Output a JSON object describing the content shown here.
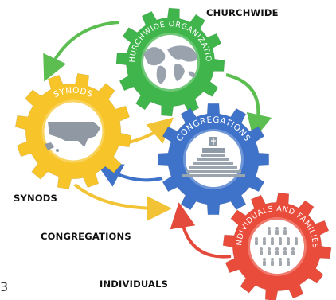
{
  "labels": {
    "churchwide": "CHURCHWIDE",
    "synods": "SYNODS",
    "congregations": "CONGREGATIONS",
    "individuals": "INDIVIDUALS",
    "stray_glyph": "3"
  },
  "gears": [
    {
      "id": "churchwide-organization",
      "label": "CHURCHWIDE ORGANIZATION",
      "color": "#3fb54b",
      "icon": "world-map-icon"
    },
    {
      "id": "synods",
      "label": "SYNODS",
      "color": "#f7c52a",
      "icon": "usa-map-icon"
    },
    {
      "id": "congregations",
      "label": "CONGREGATIONS",
      "color": "#3f73c9",
      "icon": "church-altar-icon"
    },
    {
      "id": "individuals-and-families",
      "label": "INDIVIDUALS AND FAMILIES",
      "color": "#e94c3b",
      "icon": "people-crowd-icon"
    }
  ],
  "arrows": [
    {
      "from": "churchwide-organization",
      "to": "synods",
      "color": "#5cbd50"
    },
    {
      "from": "churchwide-organization",
      "to": "congregations",
      "color": "#5cbd50"
    },
    {
      "from": "synods",
      "to": "congregations",
      "color": "#f2c335"
    },
    {
      "from": "congregations",
      "to": "synods",
      "color": "#3f73c9"
    },
    {
      "from": "synods",
      "to": "individuals-and-families",
      "color": "#f2c335"
    },
    {
      "from": "individuals-and-families",
      "to": "congregations",
      "color": "#e34a3b"
    }
  ]
}
